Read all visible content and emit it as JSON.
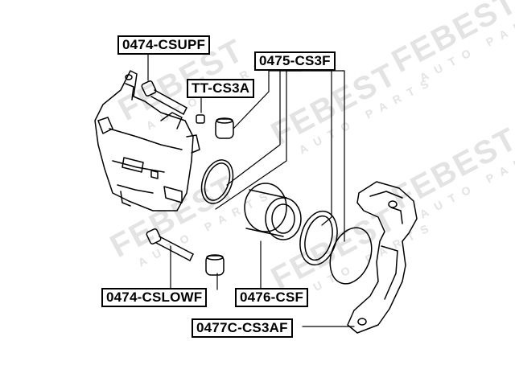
{
  "watermark": {
    "brand": "FEBEST",
    "sub": "AUTO PARTS"
  },
  "labels": {
    "csupf": "0474-CSUPF",
    "ttcs3a": "TT-CS3A",
    "cs3f": "0475-CS3F",
    "cslowf": "0474-CSLOWF",
    "csf": "0476-CSF",
    "cs3af": "0477C-CS3AF"
  }
}
